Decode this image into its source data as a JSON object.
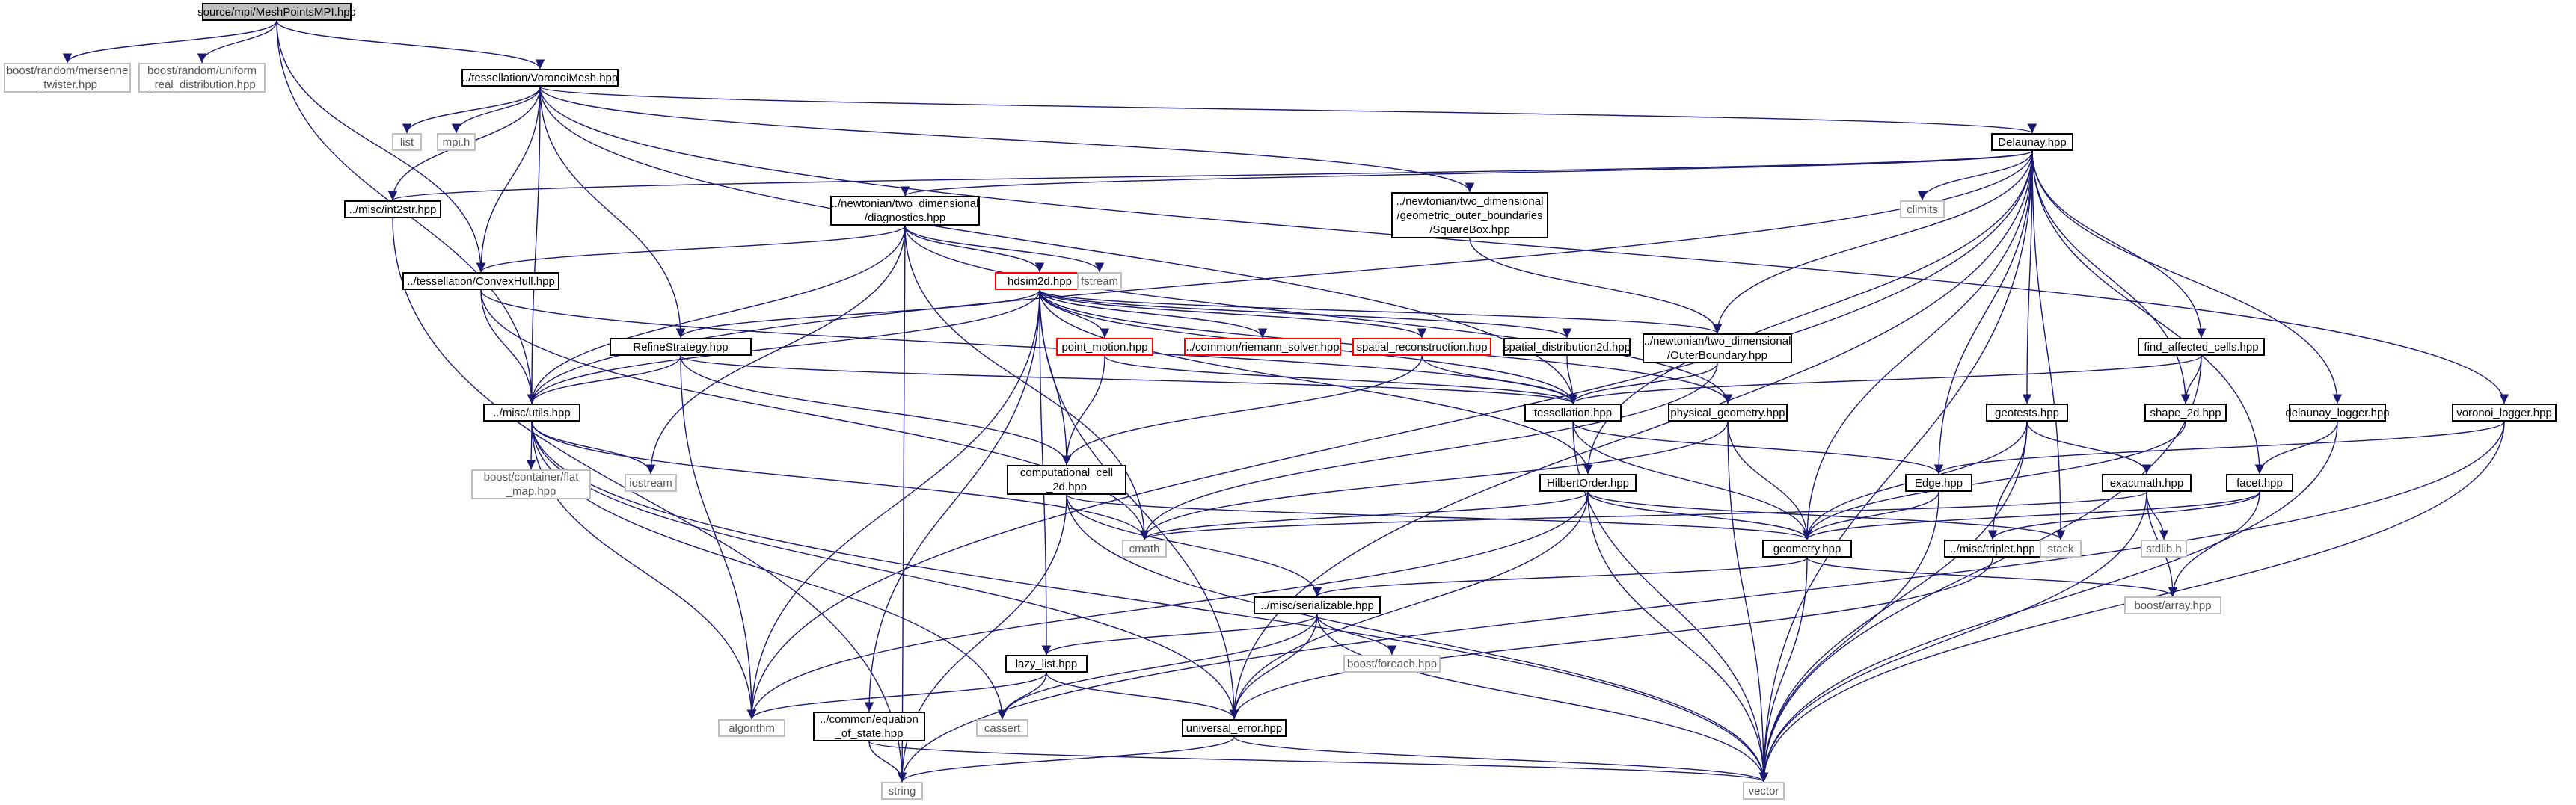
{
  "edge_color": "#191970",
  "root_fill": "#bfbfbf",
  "external_border": "#bfbfbf",
  "truncated_border": "#ff0000",
  "nodes": [
    {
      "id": "root",
      "label": "source/mpi/MeshPointsMPI.hpp",
      "kind": "root"
    },
    {
      "id": "mersenne",
      "label": "boost/random/mersenne\n_twister.hpp",
      "kind": "ext"
    },
    {
      "id": "uniform",
      "label": "boost/random/uniform\n_real_distribution.hpp",
      "kind": "ext"
    },
    {
      "id": "voronoimesh",
      "label": "../tessellation/VoronoiMesh.hpp",
      "kind": "proj"
    },
    {
      "id": "list",
      "label": "list",
      "kind": "ext"
    },
    {
      "id": "mpih",
      "label": "mpi.h",
      "kind": "ext"
    },
    {
      "id": "delaunay",
      "label": "Delaunay.hpp",
      "kind": "proj"
    },
    {
      "id": "int2str",
      "label": "../misc/int2str.hpp",
      "kind": "proj"
    },
    {
      "id": "diagnostics",
      "label": "../newtonian/two_dimensional\n/diagnostics.hpp",
      "kind": "proj"
    },
    {
      "id": "squarebox",
      "label": "../newtonian/two_dimensional\n/geometric_outer_boundaries\n/SquareBox.hpp",
      "kind": "proj"
    },
    {
      "id": "climits",
      "label": "climits",
      "kind": "ext"
    },
    {
      "id": "convexhull",
      "label": "../tessellation/ConvexHull.hpp",
      "kind": "proj"
    },
    {
      "id": "hdsim",
      "label": "hdsim2d.hpp",
      "kind": "red"
    },
    {
      "id": "fstream",
      "label": "fstream",
      "kind": "ext"
    },
    {
      "id": "refine",
      "label": "RefineStrategy.hpp",
      "kind": "proj"
    },
    {
      "id": "pointmotion",
      "label": "point_motion.hpp",
      "kind": "red"
    },
    {
      "id": "riemann",
      "label": "../common/riemann_solver.hpp",
      "kind": "red"
    },
    {
      "id": "spatialrec",
      "label": "spatial_reconstruction.hpp",
      "kind": "red"
    },
    {
      "id": "spatialdist",
      "label": "spatial_distribution2d.hpp",
      "kind": "proj"
    },
    {
      "id": "outerboundary",
      "label": "../newtonian/two_dimensional\n/OuterBoundary.hpp",
      "kind": "proj"
    },
    {
      "id": "findaffected",
      "label": "find_affected_cells.hpp",
      "kind": "proj"
    },
    {
      "id": "utils",
      "label": "../misc/utils.hpp",
      "kind": "proj"
    },
    {
      "id": "tessellation",
      "label": "tessellation.hpp",
      "kind": "proj"
    },
    {
      "id": "physgeom",
      "label": "physical_geometry.hpp",
      "kind": "proj"
    },
    {
      "id": "geotests",
      "label": "geotests.hpp",
      "kind": "proj"
    },
    {
      "id": "shape2d",
      "label": "shape_2d.hpp",
      "kind": "proj"
    },
    {
      "id": "delaunaylogger",
      "label": "delaunay_logger.hpp",
      "kind": "proj"
    },
    {
      "id": "voronoilogger",
      "label": "voronoi_logger.hpp",
      "kind": "proj"
    },
    {
      "id": "flatmap",
      "label": "boost/container/flat\n_map.hpp",
      "kind": "ext"
    },
    {
      "id": "iostream",
      "label": "iostream",
      "kind": "ext"
    },
    {
      "id": "compcell",
      "label": "computational_cell\n_2d.hpp",
      "kind": "proj"
    },
    {
      "id": "hilbert",
      "label": "HilbertOrder.hpp",
      "kind": "proj"
    },
    {
      "id": "edge",
      "label": "Edge.hpp",
      "kind": "proj"
    },
    {
      "id": "exactmath",
      "label": "exactmath.hpp",
      "kind": "proj"
    },
    {
      "id": "facet",
      "label": "facet.hpp",
      "kind": "proj"
    },
    {
      "id": "cmath",
      "label": "cmath",
      "kind": "ext"
    },
    {
      "id": "geometry",
      "label": "geometry.hpp",
      "kind": "proj"
    },
    {
      "id": "triplet",
      "label": "../misc/triplet.hpp",
      "kind": "proj"
    },
    {
      "id": "stack",
      "label": "stack",
      "kind": "ext"
    },
    {
      "id": "stdlib",
      "label": "stdlib.h",
      "kind": "ext"
    },
    {
      "id": "serializable",
      "label": "../misc/serializable.hpp",
      "kind": "proj"
    },
    {
      "id": "boostarray",
      "label": "boost/array.hpp",
      "kind": "ext"
    },
    {
      "id": "foreach",
      "label": "boost/foreach.hpp",
      "kind": "ext"
    },
    {
      "id": "lazylist",
      "label": "lazy_list.hpp",
      "kind": "proj"
    },
    {
      "id": "eos",
      "label": "../common/equation\n_of_state.hpp",
      "kind": "proj"
    },
    {
      "id": "algorithm",
      "label": "algorithm",
      "kind": "ext"
    },
    {
      "id": "cassert",
      "label": "cassert",
      "kind": "ext"
    },
    {
      "id": "universalerror",
      "label": "universal_error.hpp",
      "kind": "proj"
    },
    {
      "id": "string",
      "label": "string",
      "kind": "ext"
    },
    {
      "id": "vector",
      "label": "vector",
      "kind": "ext"
    }
  ],
  "edges": [
    [
      "root",
      "mersenne"
    ],
    [
      "root",
      "uniform"
    ],
    [
      "root",
      "voronoimesh"
    ],
    [
      "root",
      "convexhull"
    ],
    [
      "root",
      "utils"
    ],
    [
      "voronoimesh",
      "list"
    ],
    [
      "voronoimesh",
      "mpih"
    ],
    [
      "voronoimesh",
      "int2str"
    ],
    [
      "voronoimesh",
      "convexhull"
    ],
    [
      "voronoimesh",
      "utils"
    ],
    [
      "voronoimesh",
      "refine"
    ],
    [
      "voronoimesh",
      "squarebox"
    ],
    [
      "voronoimesh",
      "delaunay"
    ],
    [
      "voronoimesh",
      "voronoilogger"
    ],
    [
      "voronoimesh",
      "tessellation"
    ],
    [
      "delaunay",
      "int2str"
    ],
    [
      "delaunay",
      "diagnostics"
    ],
    [
      "delaunay",
      "climits"
    ],
    [
      "delaunay",
      "outerboundary"
    ],
    [
      "delaunay",
      "findaffected"
    ],
    [
      "delaunay",
      "geotests"
    ],
    [
      "delaunay",
      "shape2d"
    ],
    [
      "delaunay",
      "delaunaylogger"
    ],
    [
      "delaunay",
      "edge"
    ],
    [
      "delaunay",
      "facet"
    ],
    [
      "delaunay",
      "geometry"
    ],
    [
      "delaunay",
      "stack"
    ],
    [
      "delaunay",
      "vector"
    ],
    [
      "delaunay",
      "utils"
    ],
    [
      "delaunay",
      "algorithm"
    ],
    [
      "delaunay",
      "hilbert"
    ],
    [
      "delaunay",
      "universalerror"
    ],
    [
      "int2str",
      "string"
    ],
    [
      "diagnostics",
      "hdsim"
    ],
    [
      "diagnostics",
      "fstream"
    ],
    [
      "diagnostics",
      "convexhull"
    ],
    [
      "diagnostics",
      "utils"
    ],
    [
      "diagnostics",
      "iostream"
    ],
    [
      "diagnostics",
      "cmath"
    ],
    [
      "diagnostics",
      "string"
    ],
    [
      "diagnostics",
      "physgeom"
    ],
    [
      "squarebox",
      "outerboundary"
    ],
    [
      "convexhull",
      "utils"
    ],
    [
      "convexhull",
      "tessellation"
    ],
    [
      "convexhull",
      "cmath"
    ],
    [
      "hdsim",
      "refine"
    ],
    [
      "hdsim",
      "pointmotion"
    ],
    [
      "hdsim",
      "riemann"
    ],
    [
      "hdsim",
      "spatialrec"
    ],
    [
      "hdsim",
      "spatialdist"
    ],
    [
      "hdsim",
      "outerboundary"
    ],
    [
      "hdsim",
      "tessellation"
    ],
    [
      "hdsim",
      "physgeom"
    ],
    [
      "hdsim",
      "utils"
    ],
    [
      "hdsim",
      "compcell"
    ],
    [
      "hdsim",
      "hilbert"
    ],
    [
      "hdsim",
      "eos"
    ],
    [
      "hdsim",
      "lazylist"
    ],
    [
      "hdsim",
      "universalerror"
    ],
    [
      "hdsim",
      "algorithm"
    ],
    [
      "refine",
      "utils"
    ],
    [
      "refine",
      "tessellation"
    ],
    [
      "refine",
      "compcell"
    ],
    [
      "refine",
      "algorithm"
    ],
    [
      "pointmotion",
      "tessellation"
    ],
    [
      "pointmotion",
      "compcell"
    ],
    [
      "spatialrec",
      "tessellation"
    ],
    [
      "spatialrec",
      "compcell"
    ],
    [
      "spatialdist",
      "tessellation"
    ],
    [
      "outerboundary",
      "tessellation"
    ],
    [
      "outerboundary",
      "cmath"
    ],
    [
      "findaffected",
      "tessellation"
    ],
    [
      "findaffected",
      "shape2d"
    ],
    [
      "findaffected",
      "vector"
    ],
    [
      "utils",
      "flatmap"
    ],
    [
      "utils",
      "iostream"
    ],
    [
      "utils",
      "cmath"
    ],
    [
      "utils",
      "algorithm"
    ],
    [
      "utils",
      "vector"
    ],
    [
      "utils",
      "cassert"
    ],
    [
      "utils",
      "universalerror"
    ],
    [
      "tessellation",
      "edge"
    ],
    [
      "tessellation",
      "geometry"
    ],
    [
      "tessellation",
      "vector"
    ],
    [
      "physgeom",
      "geometry"
    ],
    [
      "physgeom",
      "vector"
    ],
    [
      "physgeom",
      "cmath"
    ],
    [
      "geotests",
      "geometry"
    ],
    [
      "geotests",
      "exactmath"
    ],
    [
      "geotests",
      "triplet"
    ],
    [
      "geotests",
      "vector"
    ],
    [
      "shape2d",
      "geometry"
    ],
    [
      "delaunaylogger",
      "facet"
    ],
    [
      "delaunaylogger",
      "vector"
    ],
    [
      "voronoilogger",
      "edge"
    ],
    [
      "voronoilogger",
      "vector"
    ],
    [
      "voronoilogger",
      "string"
    ],
    [
      "compcell",
      "geometry"
    ],
    [
      "compcell",
      "serializable"
    ],
    [
      "compcell",
      "string"
    ],
    [
      "compcell",
      "vector"
    ],
    [
      "hilbert",
      "geometry"
    ],
    [
      "hilbert",
      "cmath"
    ],
    [
      "hilbert",
      "algorithm"
    ],
    [
      "hilbert",
      "vector"
    ],
    [
      "hilbert",
      "stack"
    ],
    [
      "hilbert",
      "universalerror"
    ],
    [
      "edge",
      "geometry"
    ],
    [
      "edge",
      "vector"
    ],
    [
      "exactmath",
      "stdlib"
    ],
    [
      "exactmath",
      "boostarray"
    ],
    [
      "exactmath",
      "vector"
    ],
    [
      "exactmath",
      "cmath"
    ],
    [
      "facet",
      "geometry"
    ],
    [
      "facet",
      "triplet"
    ],
    [
      "facet",
      "boostarray"
    ],
    [
      "geometry",
      "serializable"
    ],
    [
      "geometry",
      "boostarray"
    ],
    [
      "geometry",
      "vector"
    ],
    [
      "triplet",
      "universalerror"
    ],
    [
      "serializable",
      "foreach"
    ],
    [
      "serializable",
      "lazylist"
    ],
    [
      "serializable",
      "cassert"
    ],
    [
      "serializable",
      "universalerror"
    ],
    [
      "serializable",
      "vector"
    ],
    [
      "lazylist",
      "algorithm"
    ],
    [
      "lazylist",
      "cassert"
    ],
    [
      "lazylist",
      "universalerror"
    ],
    [
      "eos",
      "string"
    ],
    [
      "eos",
      "vector"
    ],
    [
      "universalerror",
      "string"
    ],
    [
      "universalerror",
      "vector"
    ]
  ]
}
